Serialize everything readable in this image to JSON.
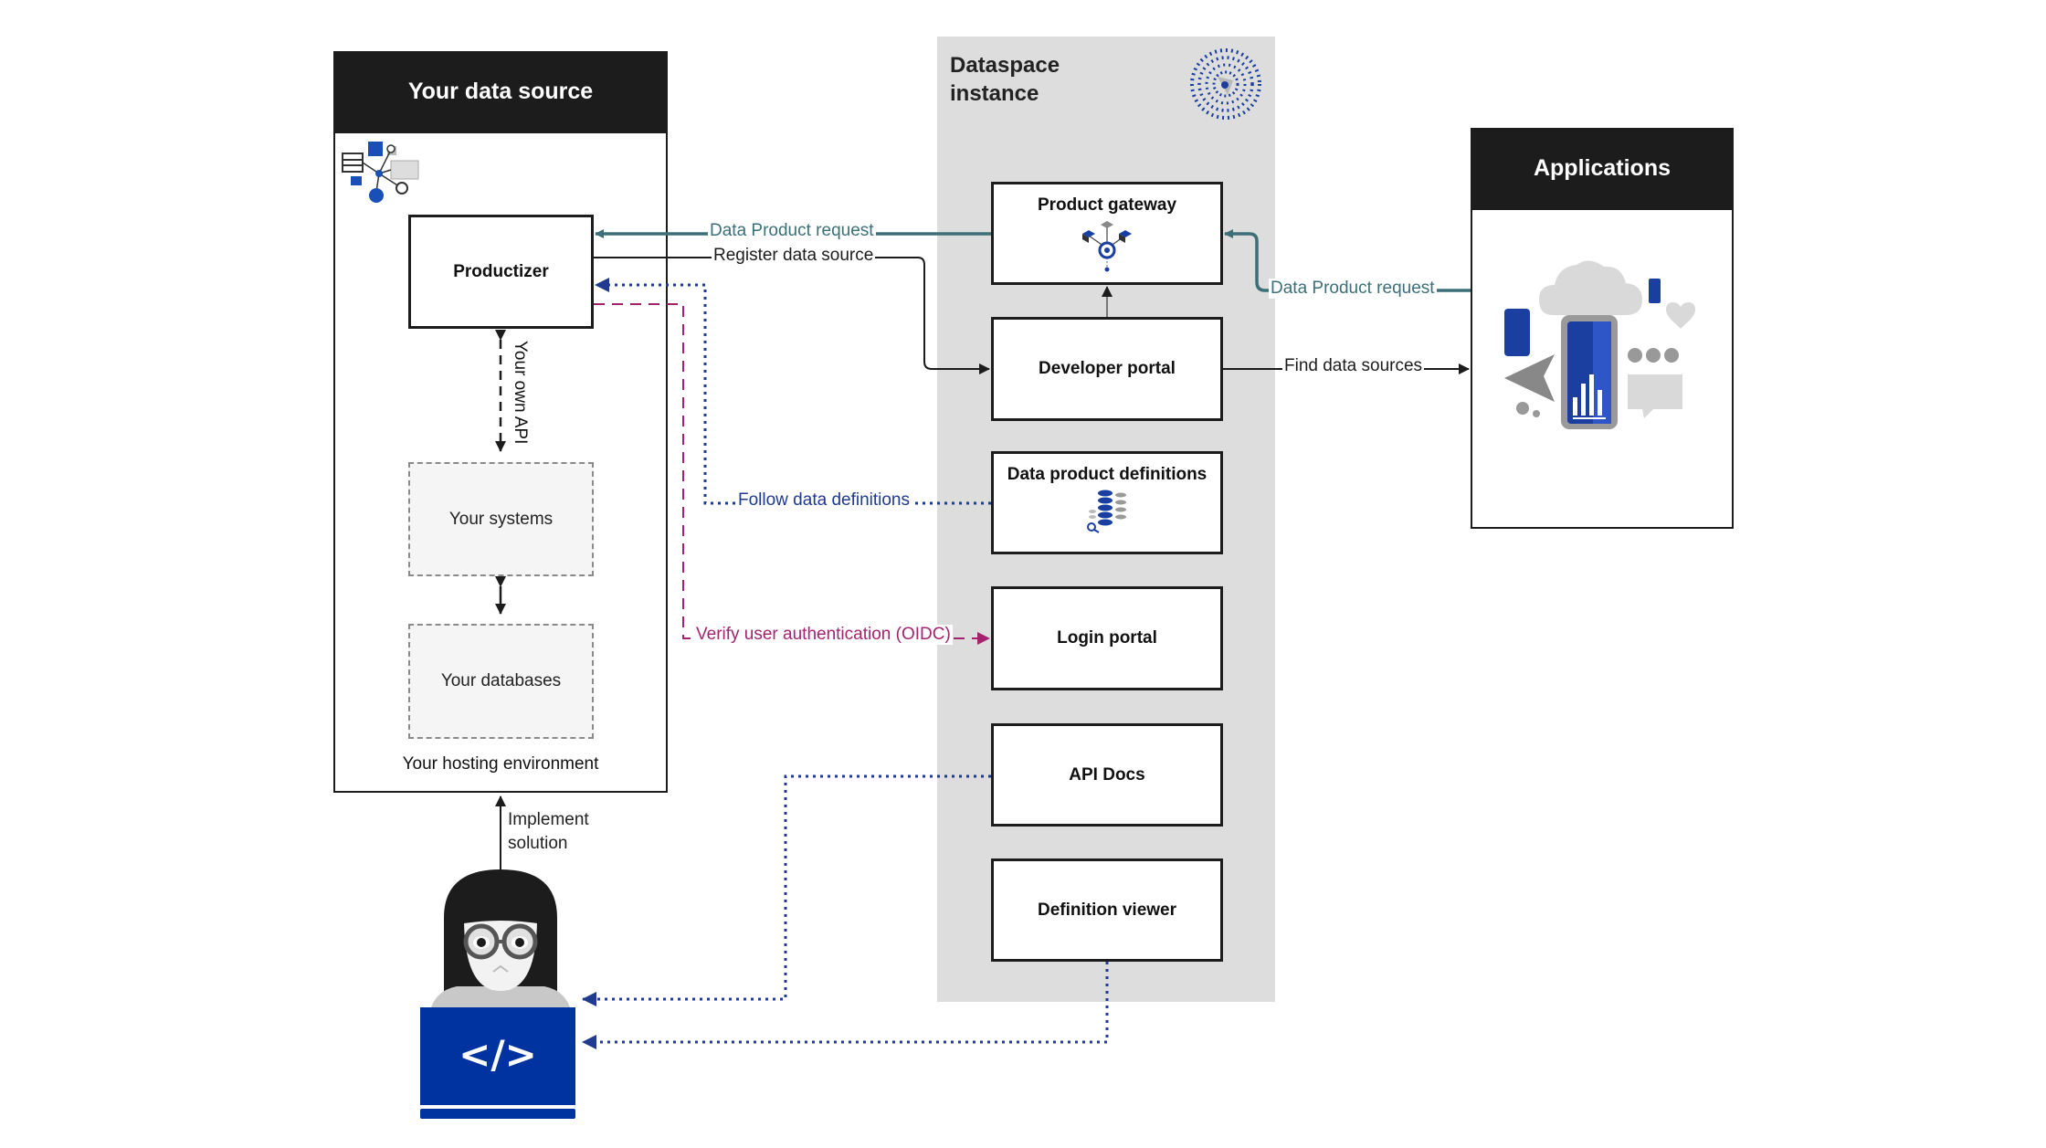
{
  "colors": {
    "teal": "#3c6f78",
    "black": "#1c1c1c",
    "blue": "#1f3a8f",
    "magenta": "#a3236f",
    "gray_panel": "#dddddd",
    "brand_blue": "#0033a0"
  },
  "data_source": {
    "header": "Your data source",
    "productizer": "Productizer",
    "systems": "Your systems",
    "databases": "Your databases",
    "hosting": "Your hosting environment",
    "own_api": "Your own API"
  },
  "dataspace": {
    "title_line1": "Dataspace",
    "title_line2": "instance",
    "product_gateway": "Product gateway",
    "developer_portal": "Developer portal",
    "data_product_definitions": "Data product definitions",
    "login_portal": "Login portal",
    "api_docs": "API Docs",
    "definition_viewer": "Definition viewer"
  },
  "applications": {
    "header": "Applications"
  },
  "arrows": {
    "data_product_request_left": "Data Product request",
    "register_data_source": "Register data source",
    "data_product_request_right": "Data Product request",
    "find_data_sources": "Find data sources",
    "follow_definitions": "Follow data definitions",
    "verify_auth": "Verify user authentication (OIDC)",
    "implement_line1": "Implement",
    "implement_line2": "solution"
  },
  "developer": {
    "code_symbol": "</>"
  },
  "icons": [
    "network-nodes-icon",
    "dotted-globe-icon",
    "gateway-cubes-icon",
    "database-stack-icon",
    "phone-chart-icon",
    "developer-avatar-icon",
    "code-laptop-icon"
  ]
}
